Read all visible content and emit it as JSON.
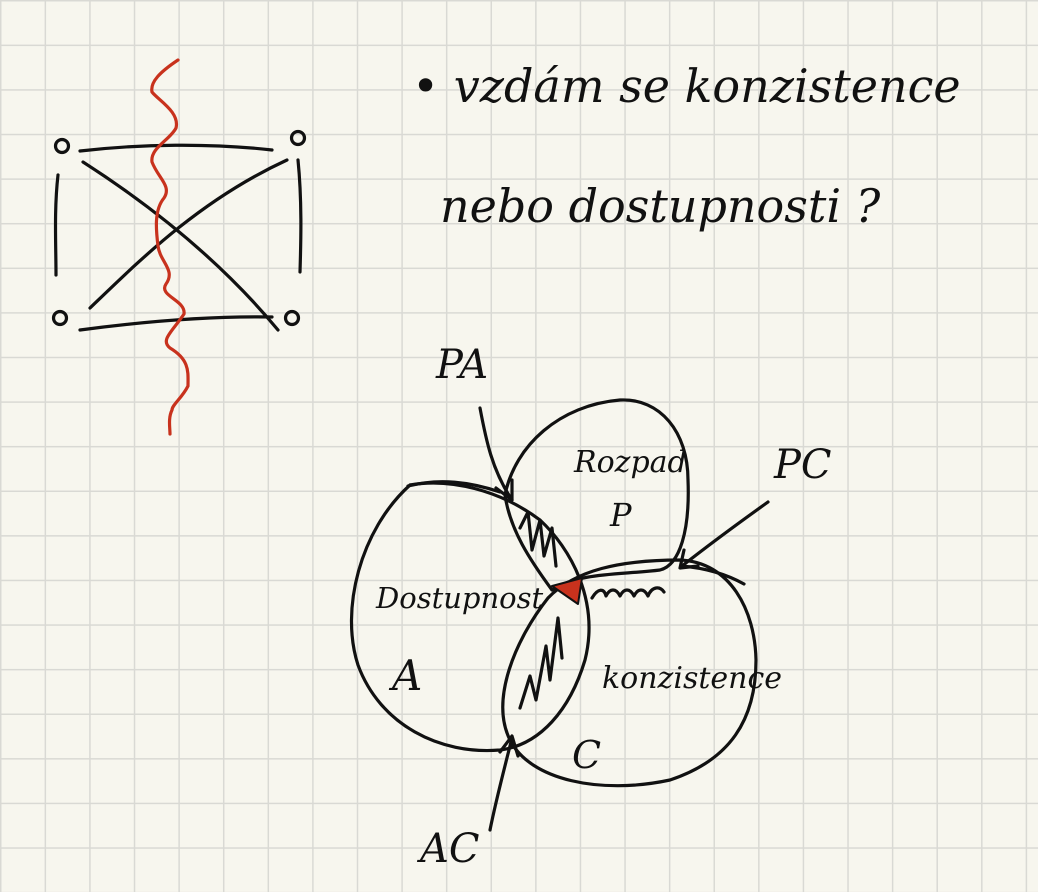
{
  "note": {
    "line1": "• vzdám se konzistence",
    "line2": "nebo dostupnosti ?"
  },
  "venn": {
    "partition_label": "Rozpad",
    "partition_symbol": "P",
    "availability_label": "Dostupnost",
    "availability_symbol": "A",
    "consistency_label": "konzistence",
    "consistency_symbol": "C"
  },
  "pointers": {
    "pa": "PA",
    "pc": "PC",
    "ac": "AC"
  },
  "colors": {
    "ink": "#111111",
    "red_pen": "#c8321d",
    "paper": "#f7f6ee",
    "grid": "#d9d9d4"
  }
}
